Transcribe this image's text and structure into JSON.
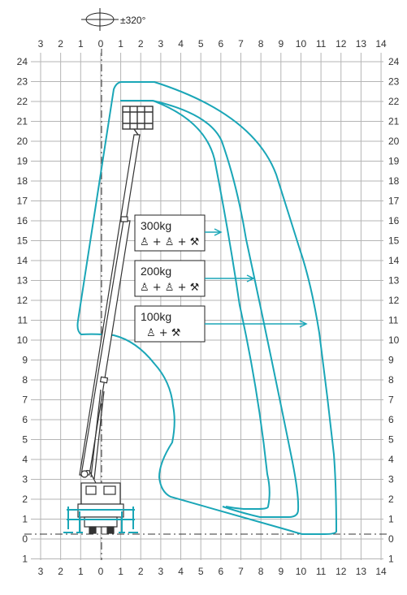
{
  "rotation": {
    "label": "±320°"
  },
  "axes": {
    "x_ticks_top": [
      "3",
      "2",
      "1",
      "0",
      "1",
      "2",
      "3",
      "4",
      "5",
      "6",
      "7",
      "8",
      "9",
      "10",
      "11",
      "12",
      "13",
      "14"
    ],
    "x_ticks_bottom": [
      "3",
      "2",
      "1",
      "0",
      "1",
      "2",
      "3",
      "4",
      "5",
      "6",
      "7",
      "8",
      "9",
      "10",
      "11",
      "12",
      "13",
      "14"
    ],
    "y_ticks_left": [
      "24",
      "23",
      "22",
      "21",
      "20",
      "19",
      "18",
      "17",
      "16",
      "15",
      "14",
      "13",
      "12",
      "11",
      "10",
      "9",
      "8",
      "7",
      "6",
      "5",
      "4",
      "3",
      "2",
      "1",
      "0",
      "1"
    ],
    "y_ticks_right": [
      "24",
      "23",
      "22",
      "21",
      "20",
      "19",
      "18",
      "17",
      "16",
      "15",
      "14",
      "13",
      "12",
      "11",
      "10",
      "9",
      "8",
      "7",
      "6",
      "5",
      "4",
      "3",
      "2",
      "1",
      "0",
      "1"
    ]
  },
  "load_boxes": [
    {
      "weight": "300kg",
      "crew": "♙ + ♙ + ⚒"
    },
    {
      "weight": "200kg",
      "crew": "♙ + ♙ + ⚒"
    },
    {
      "weight": "100kg",
      "crew": "♙  +  ⚒"
    }
  ],
  "colors": {
    "envelope": "#1aa6b7",
    "grid": "#b5b5b5",
    "vehicle": "#333333"
  }
}
